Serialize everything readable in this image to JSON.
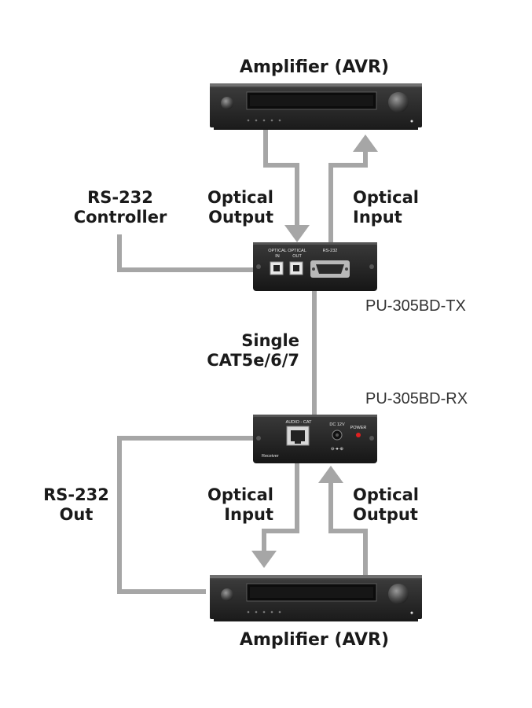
{
  "title_top": "Amplifier (AVR)",
  "title_bottom": "Amplifier (AVR)",
  "labels": {
    "rs232_controller": [
      "RS-232",
      "Controller"
    ],
    "optical_output_top": [
      "Optical",
      "Output"
    ],
    "optical_input_top": [
      "Optical",
      "Input"
    ],
    "single_cat": [
      "Single",
      "CAT5e/6/7"
    ],
    "rs232_out": [
      "RS-232",
      "Out"
    ],
    "optical_input_bottom": [
      "Optical",
      "Input"
    ],
    "optical_output_bottom": [
      "Optical",
      "Output"
    ]
  },
  "devices": {
    "tx": {
      "model": "PU-305BD-TX",
      "port_optical_in": [
        "OPTICAL",
        "IN"
      ],
      "port_optical_out": [
        "OPTICAL",
        "OUT"
      ],
      "port_rs232": "RS-232"
    },
    "rx": {
      "model": "PU-305BD-RX",
      "port_audio_cat": "AUDIO - CAT",
      "port_dc": "DC 12V",
      "port_power": "POWER",
      "port_receiver": "Receiver"
    }
  },
  "colors": {
    "cable": "#a6a6a6",
    "device_dark": "#222222",
    "power_led": "#e02020"
  }
}
